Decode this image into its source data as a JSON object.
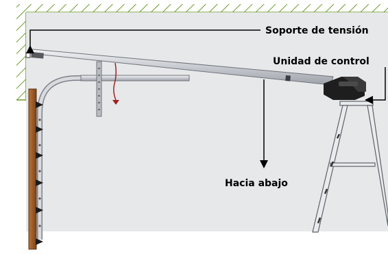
{
  "labels": {
    "tension_bracket": "Soporte de tensión",
    "control_unit": "Unidad de control",
    "down": "Hacia abajo"
  },
  "colors": {
    "wall_hatch": "#6a9b2a",
    "room_bg": "#e7e8e9",
    "rail": "#c9ccd1",
    "door_wood": "#9b5a2a",
    "motor": "#1e1e1e",
    "ladder": "#e9ebee",
    "cord": "#a02020"
  }
}
